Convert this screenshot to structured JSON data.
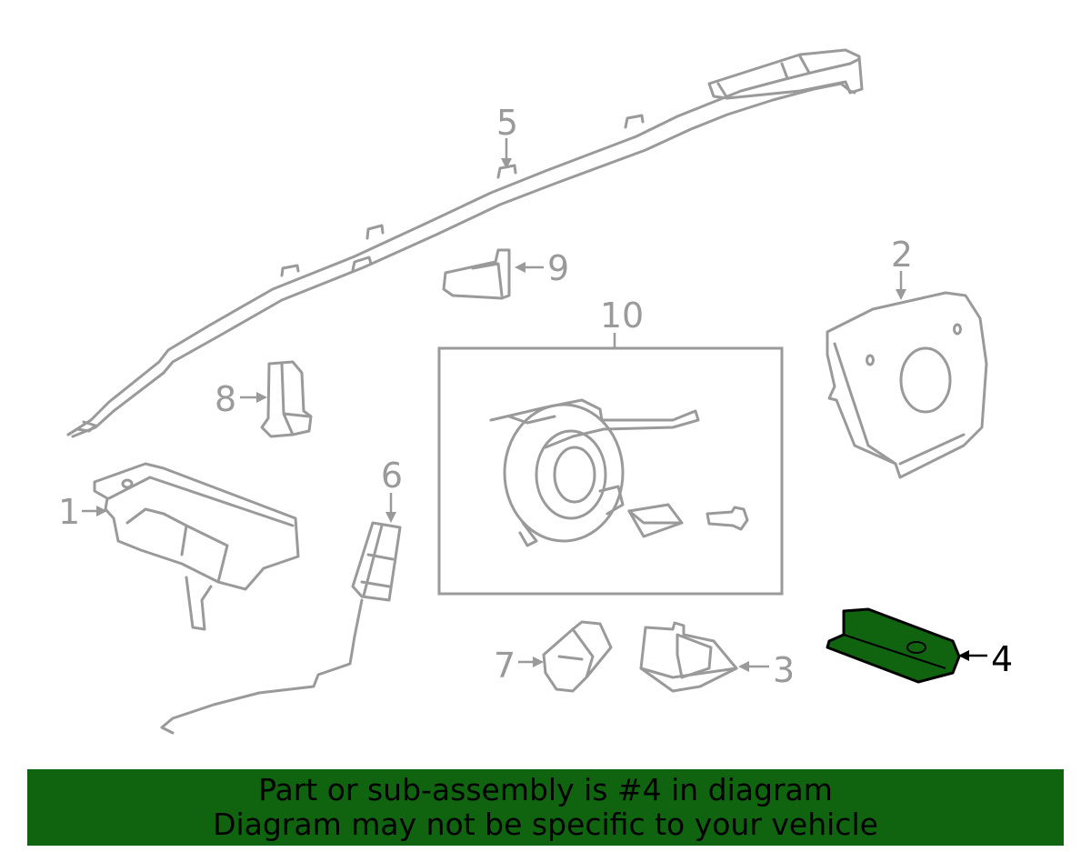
{
  "callouts": {
    "c1": "1",
    "c2": "2",
    "c3": "3",
    "c4": "4",
    "c5": "5",
    "c6": "6",
    "c7": "7",
    "c8": "8",
    "c9": "9",
    "c10": "10"
  },
  "highlighted_part": "4",
  "colors": {
    "part_stroke": "#9a9a9a",
    "highlight_fill": "#106410",
    "banner_background": "#106410",
    "banner_text": "#000000"
  },
  "banner": {
    "line1": "Part or sub-assembly is #4 in diagram",
    "line2": "Diagram may not be specific to your vehicle"
  }
}
